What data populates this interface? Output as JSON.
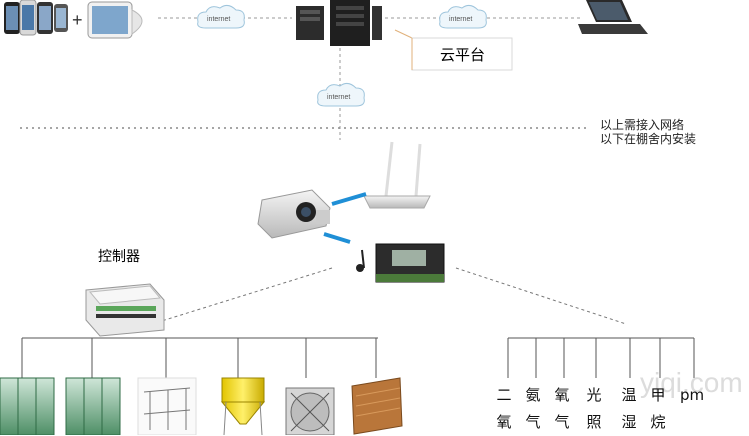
{
  "cloud_network_label": "internet",
  "cloud_platform_label": "云平台",
  "boundary_note": [
    "以上需接入网络",
    "以下在棚舍内安装"
  ],
  "controller_label": "控制器",
  "sensors": [
    [
      "二",
      "氧"
    ],
    [
      "氨",
      "气"
    ],
    [
      "氧",
      "气"
    ],
    [
      "光",
      "照"
    ],
    [
      "温",
      "湿"
    ],
    [
      "甲",
      "烷"
    ]
  ],
  "pm_label": "pm",
  "watermark": "yiqi.com"
}
